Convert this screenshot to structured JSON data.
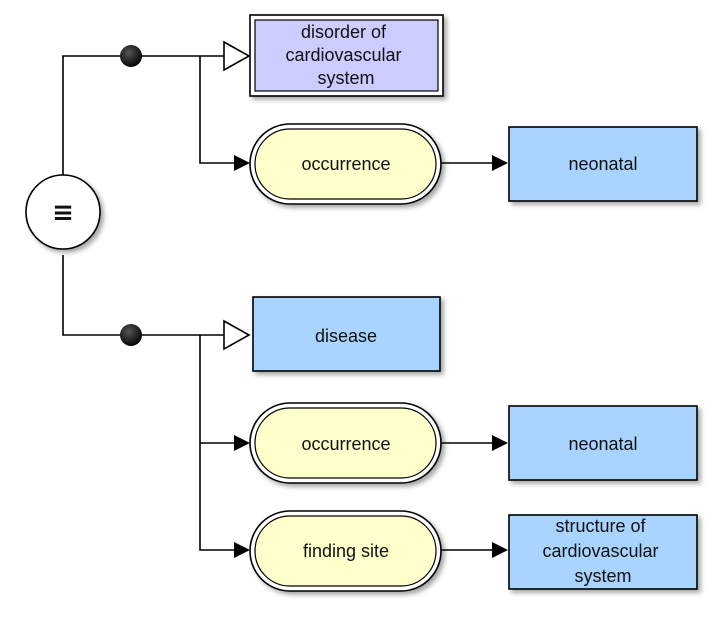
{
  "definition_operator": {
    "symbol": "≡"
  },
  "groups": [
    {
      "focus_concept": {
        "label": [
          "disorder of",
          "cardiovascular",
          "system"
        ]
      },
      "relationships": [
        {
          "attribute": [
            "occurrence"
          ],
          "value": [
            "neonatal"
          ]
        }
      ]
    },
    {
      "focus_concept": {
        "label": [
          "disease"
        ]
      },
      "relationships": [
        {
          "attribute": [
            "occurrence"
          ],
          "value": [
            "neonatal"
          ]
        },
        {
          "attribute": [
            "finding site"
          ],
          "value": [
            "structure of",
            "cardiovascular",
            "system"
          ]
        }
      ]
    }
  ],
  "colors": {
    "defined_concept_fill": "#ccccff",
    "primitive_concept_fill": "#a8d4ff",
    "attribute_fill": "#ffffcc",
    "line": "#000000"
  }
}
